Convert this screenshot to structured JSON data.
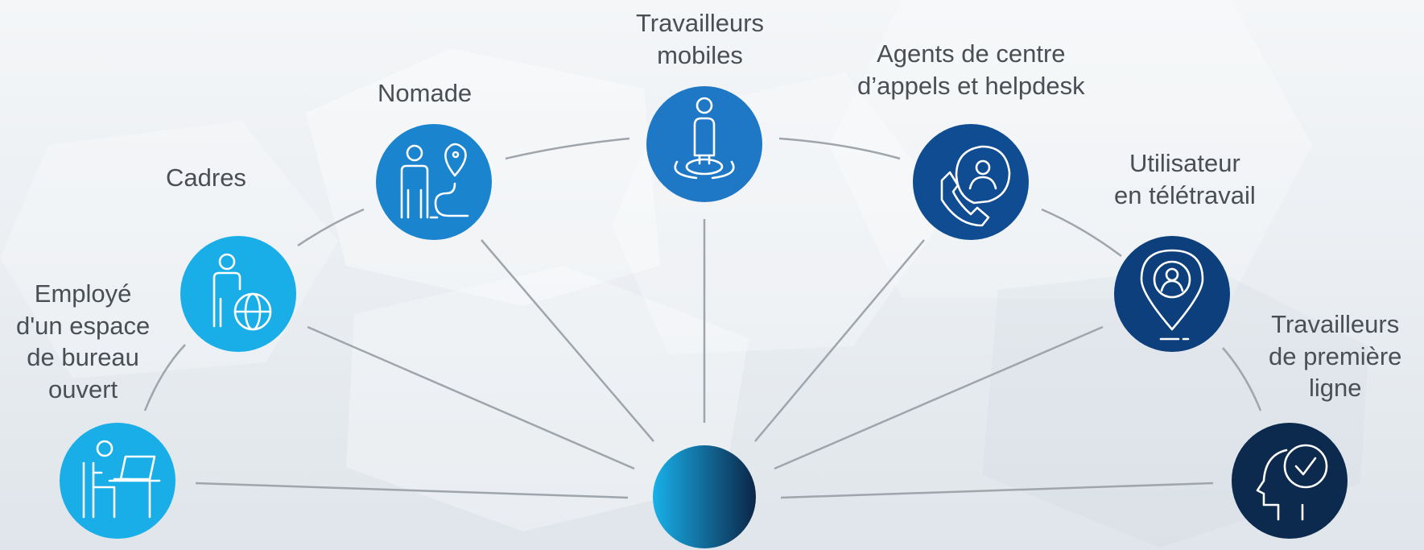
{
  "personas": [
    {
      "id": "open-office",
      "lines": [
        "Employé",
        "d'un espace",
        "de bureau",
        "ouvert"
      ],
      "color": "#19aee8",
      "icon": "desk-worker-icon"
    },
    {
      "id": "executives",
      "lines": [
        "Cadres"
      ],
      "color": "#19aee8",
      "icon": "person-globe-icon"
    },
    {
      "id": "nomad",
      "lines": [
        "Nomade"
      ],
      "color": "#1a84cf",
      "icon": "person-route-pin-icon"
    },
    {
      "id": "mobile",
      "lines": [
        "Travailleurs",
        "mobiles"
      ],
      "color": "#1f78c6",
      "icon": "person-target-icon"
    },
    {
      "id": "call-center",
      "lines": [
        "Agents de centre",
        "d’appels et helpdesk"
      ],
      "color": "#0f4c92",
      "icon": "phone-user-icon"
    },
    {
      "id": "remote",
      "lines": [
        "Utilisateur",
        "en télétravail"
      ],
      "color": "#0d3f7c",
      "icon": "location-user-icon"
    },
    {
      "id": "frontline",
      "lines": [
        "Travailleurs",
        "de première",
        "ligne"
      ],
      "color": "#0c2a4e",
      "icon": "head-check-icon"
    }
  ],
  "hub": {
    "color_start": "#18b0ea",
    "color_end": "#0c2547"
  }
}
